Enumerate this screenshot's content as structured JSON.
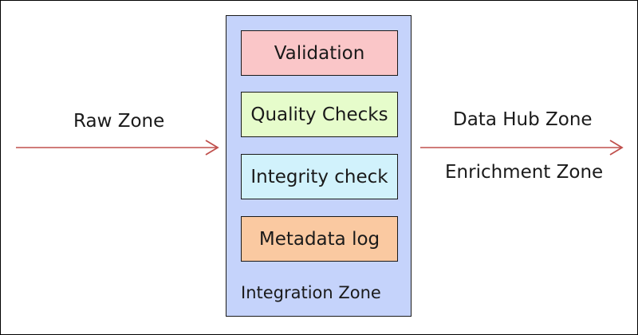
{
  "diagram": {
    "left_label": "Raw Zone",
    "right_labels": [
      "Data Hub Zone",
      "Enrichment Zone"
    ],
    "container": {
      "caption": "Integration Zone",
      "color": "#c5d3fb"
    },
    "steps": [
      {
        "label": "Validation",
        "color": "#fac6c8"
      },
      {
        "label": "Quality Checks",
        "color": "#e6fccb"
      },
      {
        "label": "Integrity check",
        "color": "#d1f2fc"
      },
      {
        "label": "Metadata log",
        "color": "#fac9a1"
      }
    ],
    "arrow_color": "#c0504d"
  }
}
